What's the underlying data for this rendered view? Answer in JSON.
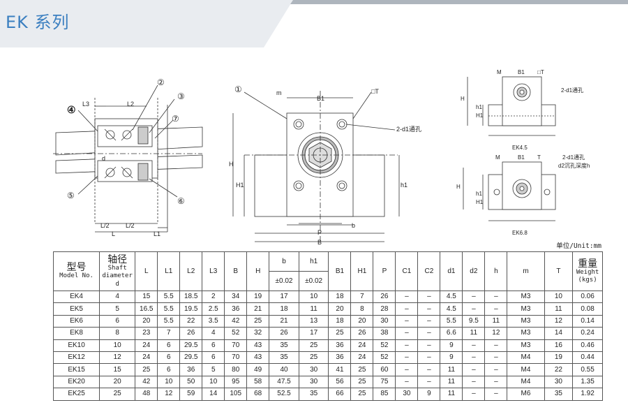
{
  "header": {
    "title": "EK 系列"
  },
  "figures": {
    "callout_1": "①",
    "callout_2": "②",
    "callout_3": "③",
    "callout_4": "④",
    "callout_5": "⑤",
    "callout_6": "⑥",
    "callout_7": "⑦",
    "label_L3": "L3",
    "label_L2": "L2",
    "label_d": "d",
    "label_L_half_a": "L/2",
    "label_L_half_b": "L/2",
    "label_L": "L",
    "label_L1": "L1",
    "label_m": "m",
    "label_B1": "B1",
    "label_T": "□T",
    "label_2d1": "2-d1通孔",
    "label_H": "H",
    "label_H1": "H1",
    "label_h1": "h1",
    "label_P": "P",
    "label_b": "b",
    "label_B": "B",
    "ek45_M": "M",
    "ek45_B1": "B1",
    "ek45_T": "□T",
    "ek45_2d1": "2-d1通孔",
    "ek45_H": "H",
    "ek45_h1": "h1",
    "ek45_H1": "H1",
    "ek45_caption": "EK4.5",
    "ek68_M": "M",
    "ek68_B1": "B1",
    "ek68_T": "T",
    "ek68_2d1": "2-d1通孔",
    "ek68_d2": "d2沉孔深度h",
    "ek68_H": "H",
    "ek68_h1": "h1",
    "ek68_H1": "H1",
    "ek68_caption": "EK6.8"
  },
  "unit_note": "单位/Unit:mm",
  "table": {
    "header": {
      "model_cn": "型号",
      "model_en": "Model No.",
      "shaft_cn": "轴径",
      "shaft_en_1": "Shaft",
      "shaft_en_2": "diameter",
      "shaft_en_3": "d",
      "L": "L",
      "L1": "L1",
      "L2": "L2",
      "L3": "L3",
      "B": "B",
      "H": "H",
      "b": "b",
      "h1": "h1",
      "b_tol": "±0.02",
      "h1_tol": "±0.02",
      "B1": "B1",
      "H1": "H1",
      "P": "P",
      "C1": "C1",
      "C2": "C2",
      "d1": "d1",
      "d2": "d2",
      "h": "h",
      "m": "m",
      "T": "T",
      "weight_cn": "重量",
      "weight_en_1": "Weight",
      "weight_en_2": "(kgs)"
    },
    "rows": [
      [
        "EK4",
        "4",
        "15",
        "5.5",
        "18.5",
        "2",
        "34",
        "19",
        "17",
        "10",
        "18",
        "7",
        "26",
        "–",
        "–",
        "4.5",
        "–",
        "–",
        "M3",
        "10",
        "0.06"
      ],
      [
        "EK5",
        "5",
        "16.5",
        "5.5",
        "19.5",
        "2.5",
        "36",
        "21",
        "18",
        "11",
        "20",
        "8",
        "28",
        "–",
        "–",
        "4.5",
        "–",
        "–",
        "M3",
        "11",
        "0.08"
      ],
      [
        "EK6",
        "6",
        "20",
        "5.5",
        "22",
        "3.5",
        "42",
        "25",
        "21",
        "13",
        "18",
        "20",
        "30",
        "–",
        "–",
        "5.5",
        "9.5",
        "11",
        "M3",
        "12",
        "0.14"
      ],
      [
        "EK8",
        "8",
        "23",
        "7",
        "26",
        "4",
        "52",
        "32",
        "26",
        "17",
        "25",
        "26",
        "38",
        "–",
        "–",
        "6.6",
        "11",
        "12",
        "M3",
        "14",
        "0.24"
      ],
      [
        "EK10",
        "10",
        "24",
        "6",
        "29.5",
        "6",
        "70",
        "43",
        "35",
        "25",
        "36",
        "24",
        "52",
        "–",
        "–",
        "9",
        "–",
        "–",
        "M3",
        "16",
        "0.46"
      ],
      [
        "EK12",
        "12",
        "24",
        "6",
        "29.5",
        "6",
        "70",
        "43",
        "35",
        "25",
        "36",
        "24",
        "52",
        "–",
        "–",
        "9",
        "–",
        "–",
        "M4",
        "19",
        "0.44"
      ],
      [
        "EK15",
        "15",
        "25",
        "6",
        "36",
        "5",
        "80",
        "49",
        "40",
        "30",
        "41",
        "25",
        "60",
        "–",
        "–",
        "11",
        "–",
        "–",
        "M4",
        "22",
        "0.55"
      ],
      [
        "EK20",
        "20",
        "42",
        "10",
        "50",
        "10",
        "95",
        "58",
        "47.5",
        "30",
        "56",
        "25",
        "75",
        "–",
        "–",
        "11",
        "–",
        "–",
        "M4",
        "30",
        "1.35"
      ],
      [
        "EK25",
        "25",
        "48",
        "12",
        "59",
        "14",
        "105",
        "68",
        "52.5",
        "35",
        "66",
        "25",
        "85",
        "30",
        "9",
        "11",
        "–",
        "–",
        "M6",
        "35",
        "1.92"
      ]
    ]
  }
}
